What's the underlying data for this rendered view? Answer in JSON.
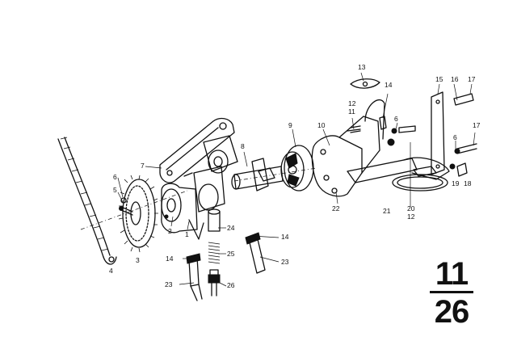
{
  "group_number": {
    "top": "11",
    "bottom": "26"
  },
  "callouts": [
    {
      "id": "c1",
      "text": "1"
    },
    {
      "id": "c2",
      "text": "2"
    },
    {
      "id": "c3",
      "text": "3"
    },
    {
      "id": "c4",
      "text": "4"
    },
    {
      "id": "c5",
      "text": "5"
    },
    {
      "id": "c6a",
      "text": "6"
    },
    {
      "id": "c6b",
      "text": "6"
    },
    {
      "id": "c6c",
      "text": "6"
    },
    {
      "id": "c7",
      "text": "7"
    },
    {
      "id": "c8",
      "text": "8"
    },
    {
      "id": "c9",
      "text": "9"
    },
    {
      "id": "c10",
      "text": "10"
    },
    {
      "id": "c11",
      "text": "11"
    },
    {
      "id": "c12a",
      "text": "12"
    },
    {
      "id": "c12b",
      "text": "12"
    },
    {
      "id": "c13",
      "text": "13"
    },
    {
      "id": "c14a",
      "text": "14"
    },
    {
      "id": "c14b",
      "text": "14"
    },
    {
      "id": "c14c",
      "text": "14"
    },
    {
      "id": "c15",
      "text": "15"
    },
    {
      "id": "c16",
      "text": "16"
    },
    {
      "id": "c17a",
      "text": "17"
    },
    {
      "id": "c17b",
      "text": "17"
    },
    {
      "id": "c18",
      "text": "18"
    },
    {
      "id": "c19",
      "text": "19"
    },
    {
      "id": "c20",
      "text": "20"
    },
    {
      "id": "c21",
      "text": "21"
    },
    {
      "id": "c22",
      "text": "22"
    },
    {
      "id": "c23a",
      "text": "23"
    },
    {
      "id": "c23b",
      "text": "23"
    },
    {
      "id": "c24",
      "text": "24"
    },
    {
      "id": "c25",
      "text": "25"
    },
    {
      "id": "c26",
      "text": "26"
    }
  ]
}
